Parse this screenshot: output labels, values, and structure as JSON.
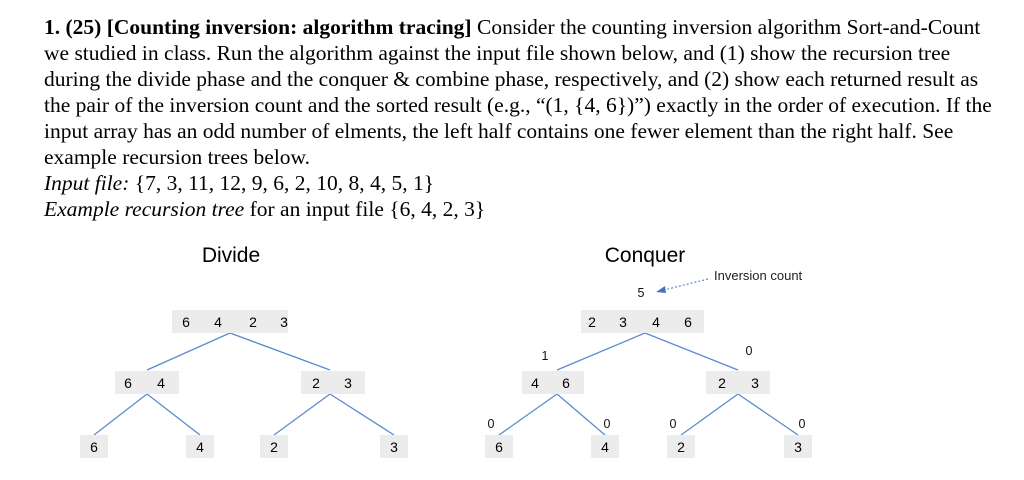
{
  "problem": {
    "number": "1. (25)",
    "title": "[Counting inversion: algorithm tracing]",
    "body": "Consider the counting inversion algorithm Sort-and-Count we studied in class. Run the algorithm against the input file shown below, and (1) show the recursion tree during the divide phase and the conquer & combine phase, respectively, and (2) show each returned result as the pair of the inversion count and the sorted result (e.g., “(1, {4, 6})”) exactly in the order of execution.  If the input array has an odd number of elments, the left half contains one fewer element than the right half.  See example recursion trees below.",
    "input_label": "Input file:",
    "input_value": "{7, 3, 11, 12, 9, 6, 2, 10, 8, 4, 5, 1}",
    "example_label": "Example recursion tree",
    "example_rest": "for an input file {6, 4, 2, 3}"
  },
  "figure": {
    "divide": {
      "title": "Divide",
      "root": [
        "6",
        "4",
        "2",
        "3"
      ],
      "left": [
        "6",
        "4"
      ],
      "right": [
        "2",
        "3"
      ],
      "leaves": [
        "6",
        "4",
        "2",
        "3"
      ]
    },
    "conquer": {
      "title": "Conquer",
      "annotation": "Inversion count",
      "root_count": "5",
      "root": [
        "2",
        "3",
        "4",
        "6"
      ],
      "left_count": "1",
      "left": [
        "4",
        "6"
      ],
      "right_count": "0",
      "right": [
        "2",
        "3"
      ],
      "leaf_counts": [
        "0",
        "0",
        "0",
        "0"
      ],
      "leaves": [
        "6",
        "4",
        "2",
        "3"
      ]
    }
  }
}
